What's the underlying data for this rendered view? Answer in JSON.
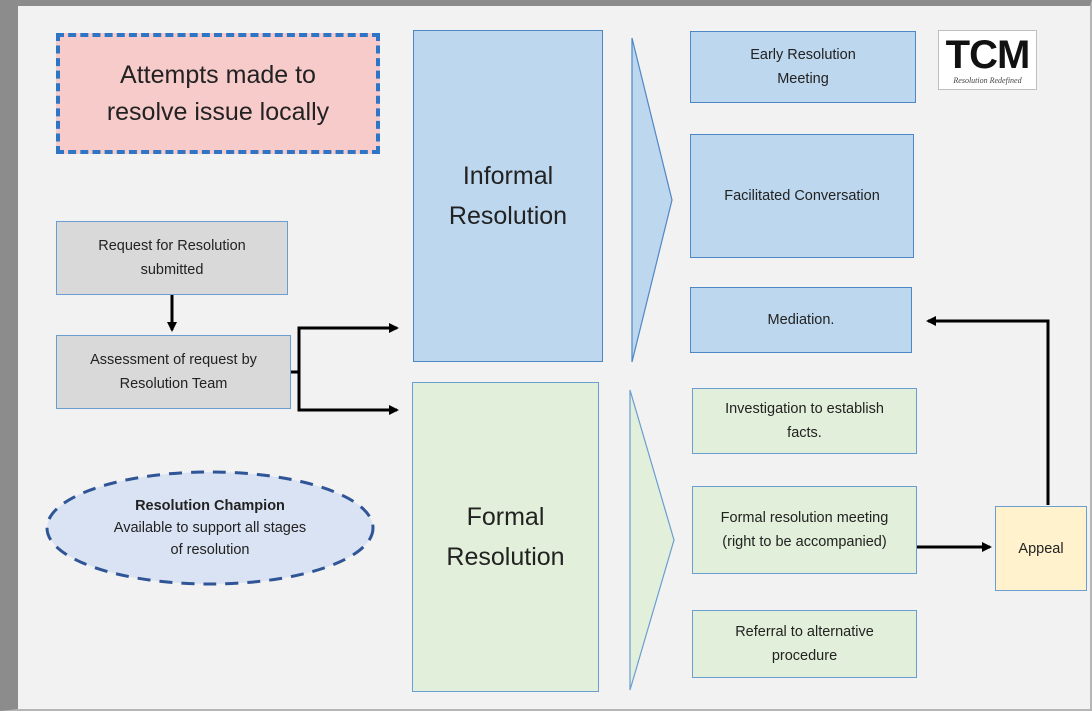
{
  "logo": {
    "mark": "TCM",
    "tagline": "Resolution Redefined"
  },
  "local_attempt": {
    "text": "Attempts made to resolve issue locally"
  },
  "request": {
    "text": "Request for Resolution submitted"
  },
  "assessment": {
    "text": "Assessment of  request by Resolution Team"
  },
  "champion": {
    "title": "Resolution Champion",
    "body": "Available to support all stages of resolution"
  },
  "informal": {
    "title": "Informal Resolution"
  },
  "formal": {
    "title": "Formal Resolution"
  },
  "informal_options": [
    {
      "text": "Early Resolution Meeting"
    },
    {
      "text": "Facilitated Conversation"
    },
    {
      "text": "Mediation."
    }
  ],
  "formal_options": [
    {
      "text": "Investigation to establish facts."
    },
    {
      "text": "Formal resolution meeting (right to be accompanied)"
    },
    {
      "text": "Referral to alternative procedure"
    }
  ],
  "appeal": {
    "text": "Appeal"
  },
  "colors": {
    "informal_fill": "#bdd7ee",
    "formal_fill": "#e2efda",
    "process_fill": "#d9d9d9",
    "local_fill": "#f8cbcb",
    "appeal_fill": "#fff2cc",
    "champion_fill": "#dae3f3",
    "accent_blue": "#2e75c6",
    "champion_border": "#2f5597"
  }
}
